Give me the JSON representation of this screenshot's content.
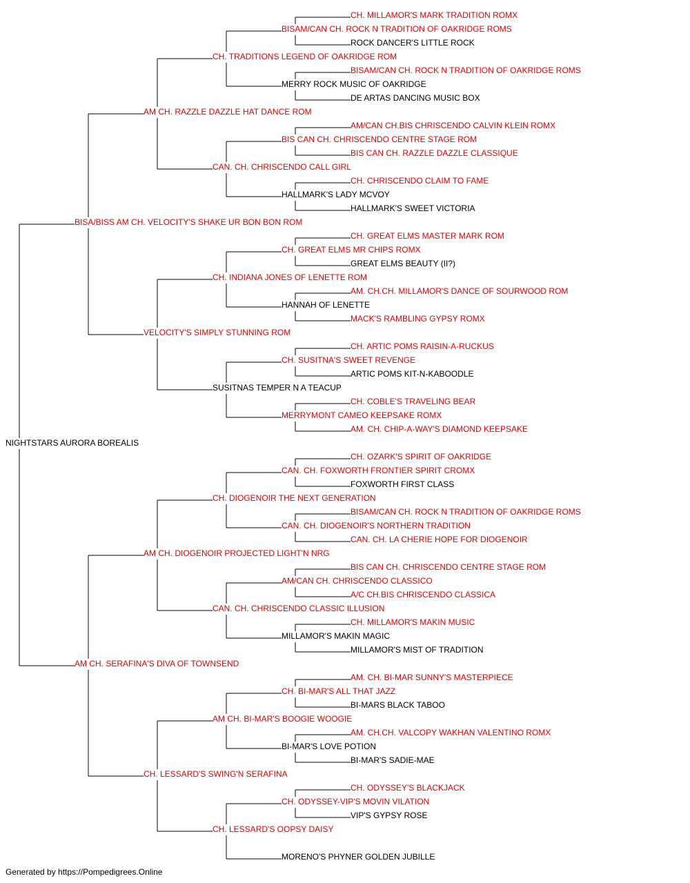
{
  "footer": "Generated by https://Pompedigrees.Online",
  "colors": {
    "champion": "#e00000",
    "normal": "#000000",
    "line": "#000000"
  },
  "pedigree": {
    "name": "NIGHTSTARS AURORA BOREALIS",
    "champion": false,
    "sire": {
      "name": "BISA/BISS AM CH. VELOCITY'S SHAKE UR BON BON ROM",
      "champion": true,
      "sire": {
        "name": "AM CH. RAZZLE DAZZLE HAT DANCE ROM",
        "champion": true,
        "sire": {
          "name": "CH. TRADITIONS LEGEND OF OAKRIDGE ROM",
          "champion": true,
          "sire": {
            "name": "BISAM/CAN CH. ROCK N TRADITION OF OAKRIDGE ROMS",
            "champion": true,
            "sire": {
              "name": "CH. MILLAMOR'S MARK TRADITION ROMX",
              "champion": true
            },
            "dam": {
              "name": "ROCK DANCER'S LITTLE ROCK",
              "champion": false
            }
          },
          "dam": {
            "name": "MERRY ROCK MUSIC OF OAKRIDGE",
            "champion": false,
            "sire": {
              "name": "BISAM/CAN CH. ROCK N TRADITION OF OAKRIDGE ROMS",
              "champion": true
            },
            "dam": {
              "name": "DE ARTAS DANCING MUSIC BOX",
              "champion": false
            }
          }
        },
        "dam": {
          "name": "CAN. CH. CHRISCENDO CALL GIRL",
          "champion": true,
          "sire": {
            "name": "BIS CAN CH. CHRISCENDO CENTRE STAGE ROM",
            "champion": true,
            "sire": {
              "name": "AM/CAN CH.BIS CHRISCENDO CALVIN KLEIN ROMX",
              "champion": true
            },
            "dam": {
              "name": "BIS CAN CH. RAZZLE DAZZLE CLASSIQUE",
              "champion": true
            }
          },
          "dam": {
            "name": "HALLMARK'S LADY MCVOY",
            "champion": false,
            "sire": {
              "name": "CH. CHRISCENDO CLAIM TO FAME",
              "champion": true
            },
            "dam": {
              "name": "HALLMARK'S SWEET VICTORIA",
              "champion": false
            }
          }
        }
      },
      "dam": {
        "name": "VELOCITY'S SIMPLY STUNNING ROM",
        "champion": true,
        "sire": {
          "name": "CH. INDIANA JONES OF LENETTE ROM",
          "champion": true,
          "sire": {
            "name": "CH. GREAT ELMS MR CHIPS ROMX",
            "champion": true,
            "sire": {
              "name": "CH. GREAT ELMS MASTER MARK ROM",
              "champion": true
            },
            "dam": {
              "name": "GREAT ELMS BEAUTY (II?)",
              "champion": false
            }
          },
          "dam": {
            "name": "HANNAH OF LENETTE",
            "champion": false,
            "sire": {
              "name": "AM. CH.CH. MILLAMOR'S DANCE OF SOURWOOD ROM",
              "champion": true
            },
            "dam": {
              "name": "MACK'S RAMBLING GYPSY ROMX",
              "champion": true
            }
          }
        },
        "dam": {
          "name": "SUSITNAS TEMPER N A TEACUP",
          "champion": false,
          "sire": {
            "name": "CH. SUSITNA'S SWEET REVENGE",
            "champion": true,
            "sire": {
              "name": "CH. ARTIC POMS RAISIN-A-RUCKUS",
              "champion": true
            },
            "dam": {
              "name": "ARTIC POMS KIT-N-KABOODLE",
              "champion": false
            }
          },
          "dam": {
            "name": "MERRYMONT CAMEO KEEPSAKE ROMX",
            "champion": true,
            "sire": {
              "name": "CH. COBLE'S TRAVELING BEAR",
              "champion": true
            },
            "dam": {
              "name": "AM. CH. CHIP-A-WAY'S DIAMOND KEEPSAKE",
              "champion": true
            }
          }
        }
      }
    },
    "dam": {
      "name": "AM CH. SERAFINA'S DIVA OF TOWNSEND",
      "champion": true,
      "sire": {
        "name": "AM CH. DIOGENOIR PROJECTED LIGHT'N NRG",
        "champion": true,
        "sire": {
          "name": "CH. DIOGENOIR THE NEXT GENERATION",
          "champion": true,
          "sire": {
            "name": "CAN. CH. FOXWORTH FRONTIER SPIRIT CROMX",
            "champion": true,
            "sire": {
              "name": "CH. OZARK'S SPIRIT OF OAKRIDGE",
              "champion": true
            },
            "dam": {
              "name": "FOXWORTH FIRST CLASS",
              "champion": false
            }
          },
          "dam": {
            "name": "CAN. CH. DIOGENOIR'S NORTHERN TRADITION",
            "champion": true,
            "sire": {
              "name": "BISAM/CAN CH. ROCK N TRADITION OF OAKRIDGE ROMS",
              "champion": true
            },
            "dam": {
              "name": "CAN. CH. LA CHERIE HOPE FOR DIOGENOIR",
              "champion": true
            }
          }
        },
        "dam": {
          "name": "CAN. CH. CHRISCENDO CLASSIC ILLUSION",
          "champion": true,
          "sire": {
            "name": "AM/CAN CH. CHRISCENDO CLASSICO",
            "champion": true,
            "sire": {
              "name": "BIS CAN CH. CHRISCENDO CENTRE STAGE ROM",
              "champion": true
            },
            "dam": {
              "name": "A/C CH.BIS CHRISCENDO CLASSICA",
              "champion": true
            }
          },
          "dam": {
            "name": "MILLAMOR'S MAKIN MAGIC",
            "champion": false,
            "sire": {
              "name": "CH. MILLAMOR'S MAKIN MUSIC",
              "champion": true
            },
            "dam": {
              "name": "MILLAMOR'S MIST OF TRADITION",
              "champion": false
            }
          }
        }
      },
      "dam": {
        "name": "CH. LESSARD'S SWING'N SERAFINA",
        "champion": true,
        "sire": {
          "name": "AM CH. BI-MAR'S BOOGIE WOOGIE",
          "champion": true,
          "sire": {
            "name": "CH. BI-MAR'S ALL THAT JAZZ",
            "champion": true,
            "sire": {
              "name": "AM. CH. BI-MAR SUNNY'S MASTERPIECE",
              "champion": true
            },
            "dam": {
              "name": "BI-MARS BLACK TABOO",
              "champion": false
            }
          },
          "dam": {
            "name": "BI-MAR'S LOVE POTION",
            "champion": false,
            "sire": {
              "name": "AM. CH.CH. VALCOPY WAKHAN VALENTINO ROMX",
              "champion": true
            },
            "dam": {
              "name": "BI-MAR'S SADIE-MAE",
              "champion": false
            }
          }
        },
        "dam": {
          "name": "CH. LESSARD'S OOPSY DAISY",
          "champion": true,
          "sire": {
            "name": "CH. ODYSSEY-VIP'S MOVIN VILATION",
            "champion": true,
            "sire": {
              "name": "CH. ODYSSEY'S BLACKJACK",
              "champion": true
            },
            "dam": {
              "name": "VIP'S GYPSY ROSE",
              "champion": false
            }
          },
          "dam": {
            "name": "MORENO'S PHYNER GOLDEN JUBILLE",
            "champion": false
          }
        }
      }
    }
  }
}
